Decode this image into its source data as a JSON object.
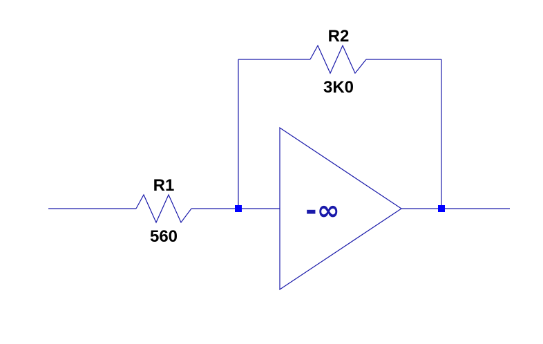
{
  "components": {
    "r1": {
      "designator": "R1",
      "value": "560"
    },
    "r2": {
      "designator": "R2",
      "value": "3K0"
    },
    "opamp": {
      "symbol": "-∞"
    }
  },
  "colors": {
    "wire": "#1a1aaa",
    "junction": "#0000ff",
    "label": "#000000",
    "background": "#ffffff"
  }
}
